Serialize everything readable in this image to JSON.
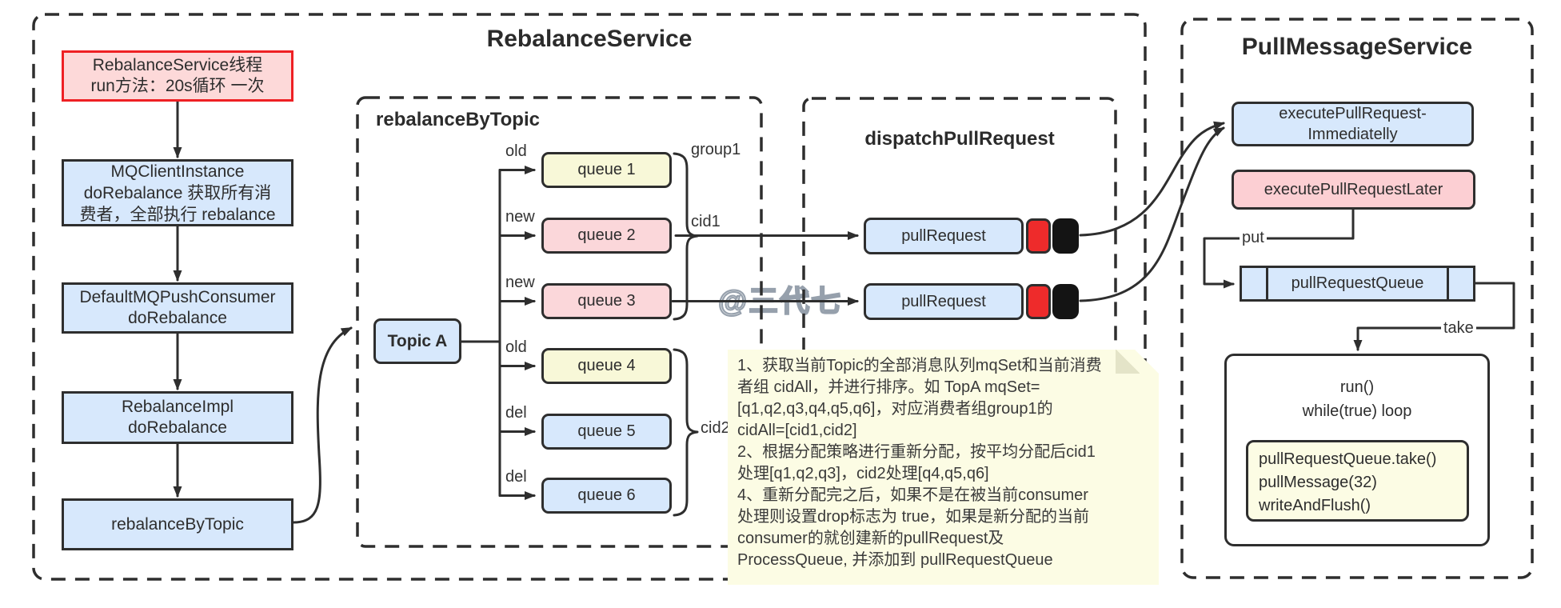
{
  "colors": {
    "line": "#2e2e2e",
    "blue": "#d7e8fc",
    "pink": "#fbd7da",
    "pink_light": "#fdd9d9",
    "pink_deep": "#fccfd3",
    "cream": "#f8f8d8",
    "note": "#fcfce4",
    "red_border": "#ee2024",
    "red_square": "#ee2b2b",
    "black_square": "#141414"
  },
  "rebalance_service": {
    "title": "RebalanceService",
    "flow_boxes": [
      {
        "text": "RebalanceService线程\nrun方法：20s循环 一次"
      },
      {
        "text": "MQClientInstance\ndoRebalance 获取所有消\n费者，全部执行 rebalance"
      },
      {
        "text": "DefaultMQPushConsumer\ndoRebalance"
      },
      {
        "text": "RebalanceImpl\ndoRebalance"
      },
      {
        "text": "rebalanceByTopic"
      }
    ]
  },
  "rebalance_by_topic": {
    "title": "rebalanceByTopic",
    "topic": "Topic A",
    "queues": [
      {
        "name": "queue 1",
        "tag": "old"
      },
      {
        "name": "queue 2",
        "tag": "new"
      },
      {
        "name": "queue 3",
        "tag": "new"
      },
      {
        "name": "queue 4",
        "tag": "old"
      },
      {
        "name": "queue 5",
        "tag": "del"
      },
      {
        "name": "queue 6",
        "tag": "del"
      }
    ],
    "group_label": "group1",
    "cid1_label": "cid1",
    "cid2_label": "cid2"
  },
  "dispatch": {
    "title": "dispatchPullRequest",
    "requests": [
      {
        "label": "pullRequest"
      },
      {
        "label": "pullRequest"
      }
    ]
  },
  "note": {
    "text": "1、获取当前Topic的全部消息队列mqSet和当前消费\n者组 cidAll，并进行排序。如 TopA mqSet=\n[q1,q2,q3,q4,q5,q6]，对应消费者组group1的\ncidAll=[cid1,cid2]\n2、根据分配策略进行重新分配，按平均分配后cid1\n处理[q1,q2,q3]，cid2处理[q4,q5,q6]\n4、重新分配完之后，如果不是在被当前consumer\n处理则设置drop标志为 true，如果是新分配的当前\nconsumer的就创建新的pullRequest及\nProcessQueue, 并添加到 pullRequestQueue"
  },
  "watermark": "@三代七",
  "pull_message_service": {
    "title": "PullMessageService",
    "execute_immediately": "executePullRequest-\nImmediatelly",
    "execute_later": "executePullRequestLater",
    "put_label": "put",
    "take_label": "take",
    "queue_label": "pullRequestQueue",
    "run_title": "run()\nwhile(true) loop",
    "run_code": "pullRequestQueue.take()\npullMessage(32)\nwriteAndFlush()"
  }
}
